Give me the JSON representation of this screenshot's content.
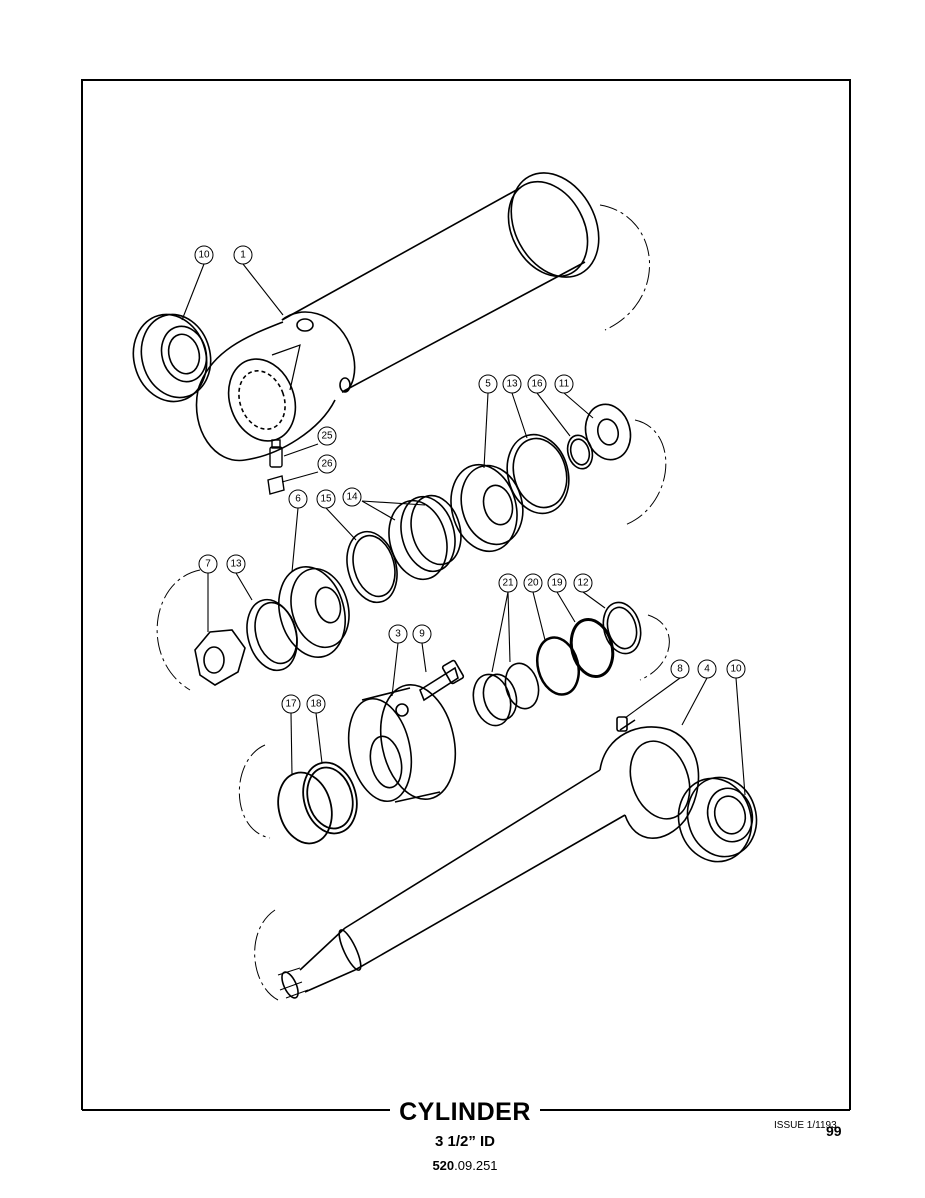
{
  "title": "CYLINDER",
  "subtitle": "3 1/2” ID",
  "part_number_prefix": "520",
  "part_number_suffix": ".09.251",
  "issue": "ISSUE 1/1193",
  "page_number": "99",
  "callouts": [
    {
      "id": "c10a",
      "label": "10"
    },
    {
      "id": "c1",
      "label": "1"
    },
    {
      "id": "c25",
      "label": "25"
    },
    {
      "id": "c26",
      "label": "26"
    },
    {
      "id": "c5",
      "label": "5"
    },
    {
      "id": "c13a",
      "label": "13"
    },
    {
      "id": "c16",
      "label": "16"
    },
    {
      "id": "c11",
      "label": "11"
    },
    {
      "id": "c6",
      "label": "6"
    },
    {
      "id": "c15",
      "label": "15"
    },
    {
      "id": "c14",
      "label": "14"
    },
    {
      "id": "c7",
      "label": "7"
    },
    {
      "id": "c13b",
      "label": "13"
    },
    {
      "id": "c21",
      "label": "21"
    },
    {
      "id": "c20",
      "label": "20"
    },
    {
      "id": "c19",
      "label": "19"
    },
    {
      "id": "c12",
      "label": "12"
    },
    {
      "id": "c3",
      "label": "3"
    },
    {
      "id": "c9",
      "label": "9"
    },
    {
      "id": "c8",
      "label": "8"
    },
    {
      "id": "c4",
      "label": "4"
    },
    {
      "id": "c10b",
      "label": "10"
    },
    {
      "id": "c17",
      "label": "17"
    },
    {
      "id": "c18",
      "label": "18"
    }
  ]
}
